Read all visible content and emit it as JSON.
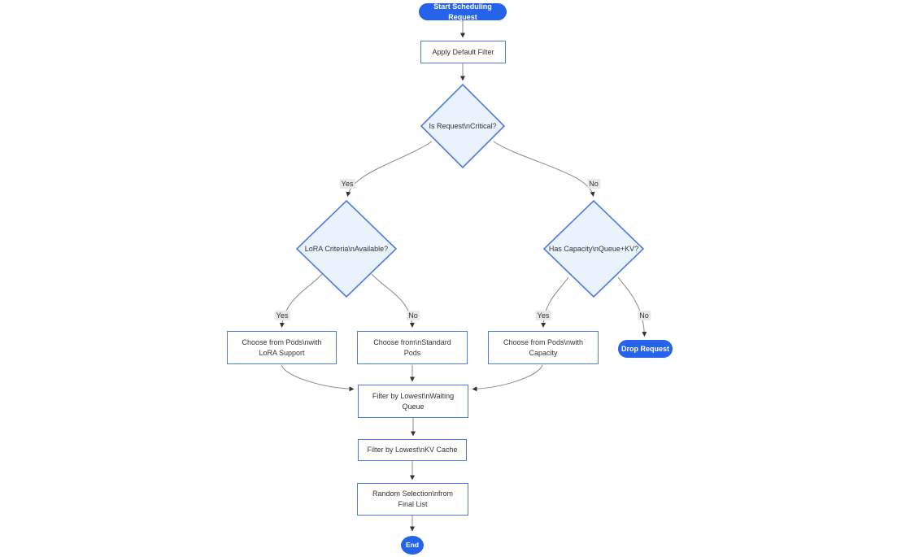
{
  "diagram": {
    "nodes": {
      "start": {
        "label": "Start Scheduling Request"
      },
      "apply_filter": {
        "label": "Apply Default Filter"
      },
      "is_critical": {
        "label": "Is Request\\nCritical?"
      },
      "lora_criteria": {
        "label": "LoRA Criteria\\nAvailable?"
      },
      "has_capacity": {
        "label": "Has Capacity\\nQueue+KV?"
      },
      "choose_lora": {
        "lines": [
          "Choose from Pods\\nwith",
          "LoRA Support"
        ]
      },
      "choose_standard": {
        "lines": [
          "Choose from\\nStandard",
          "Pods"
        ]
      },
      "choose_capacity": {
        "lines": [
          "Choose from Pods\\nwith",
          "Capacity"
        ]
      },
      "drop_request": {
        "label": "Drop Request"
      },
      "filter_queue": {
        "lines": [
          "Filter by Lowest\\nWaiting",
          "Queue"
        ]
      },
      "filter_kv": {
        "label": "Filter by Lowest\\nKV Cache"
      },
      "random_selection": {
        "lines": [
          "Random Selection\\nfrom",
          "Final List"
        ]
      },
      "end": {
        "label": "End"
      }
    },
    "edge_labels": {
      "critical_yes": "Yes",
      "critical_no": "No",
      "lora_yes": "Yes",
      "lora_no": "No",
      "capacity_yes": "Yes",
      "capacity_no": "No"
    },
    "colors": {
      "accent_fill": "#2563eb",
      "node_border": "#4d7ce0",
      "decision_fill": "#eaf2fc",
      "edge_line": "#888888",
      "edge_label_bg": "#e8e8e8",
      "text": "#333333",
      "accent_text": "#ffffff"
    }
  }
}
